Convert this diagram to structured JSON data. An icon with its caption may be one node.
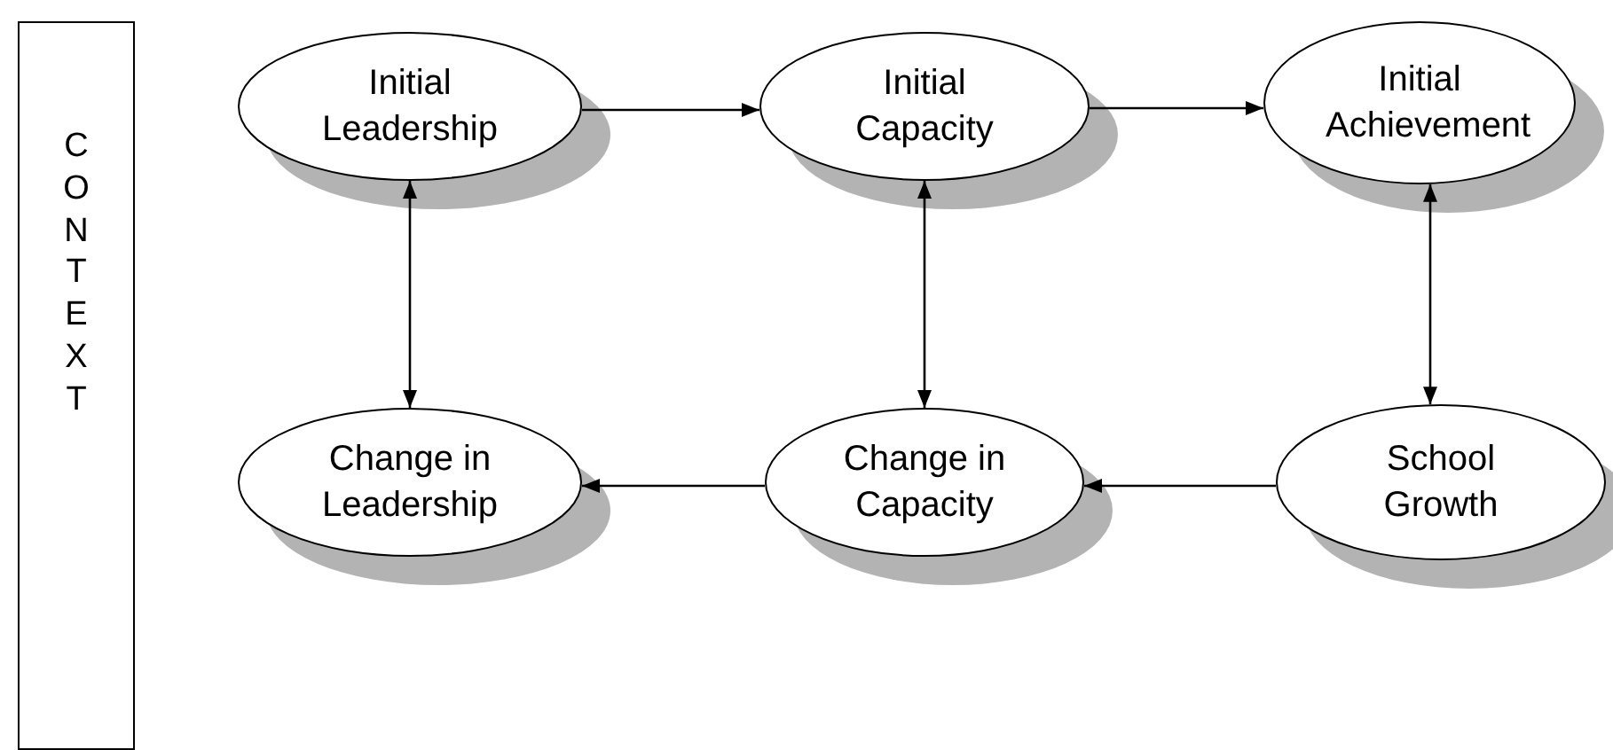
{
  "diagram": {
    "nodes": [
      {
        "text": [
          "CONTEXT"
        ]
      },
      {
        "text": [
          "Initial Leadership"
        ]
      },
      {
        "text": [
          "Initial Capacity"
        ]
      },
      {
        "text": [
          "Initial Achievement"
        ]
      },
      {
        "text": [
          "Change in Leadership"
        ]
      },
      {
        "text": [
          "Change in Capacity"
        ]
      },
      {
        "text": [
          "School Growth"
        ]
      }
    ],
    "edges": [
      {
        "from": 1,
        "to": 2,
        "arrow": "to"
      },
      {
        "from": 2,
        "to": 3,
        "arrow": "to"
      },
      {
        "from": 1,
        "to": 4,
        "arrow": "both"
      },
      {
        "from": 2,
        "to": 5,
        "arrow": "both"
      },
      {
        "from": 3,
        "to": 6,
        "arrow": "both"
      },
      {
        "from": 6,
        "to": 5,
        "arrow": "to"
      },
      {
        "from": 5,
        "to": 4,
        "arrow": "to"
      }
    ]
  }
}
